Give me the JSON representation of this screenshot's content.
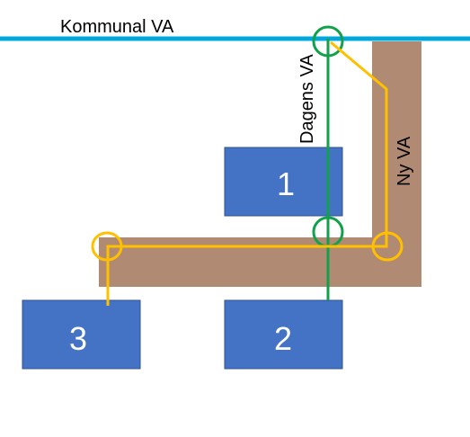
{
  "labels": {
    "main_line": "Kommunal VA",
    "current_line": "Dagens VA",
    "new_line": "Ny VA"
  },
  "buildings": [
    {
      "id": "1",
      "label": "1"
    },
    {
      "id": "2",
      "label": "2"
    },
    {
      "id": "3",
      "label": "3"
    }
  ],
  "colors": {
    "main_line": "#00a8dc",
    "road": "#b08a72",
    "building": "#4472c4",
    "building_border": "#2f528f",
    "current_pipe": "#11a14a",
    "new_pipe": "#ffc000",
    "building_text": "#ffffff",
    "text": "#000000"
  }
}
